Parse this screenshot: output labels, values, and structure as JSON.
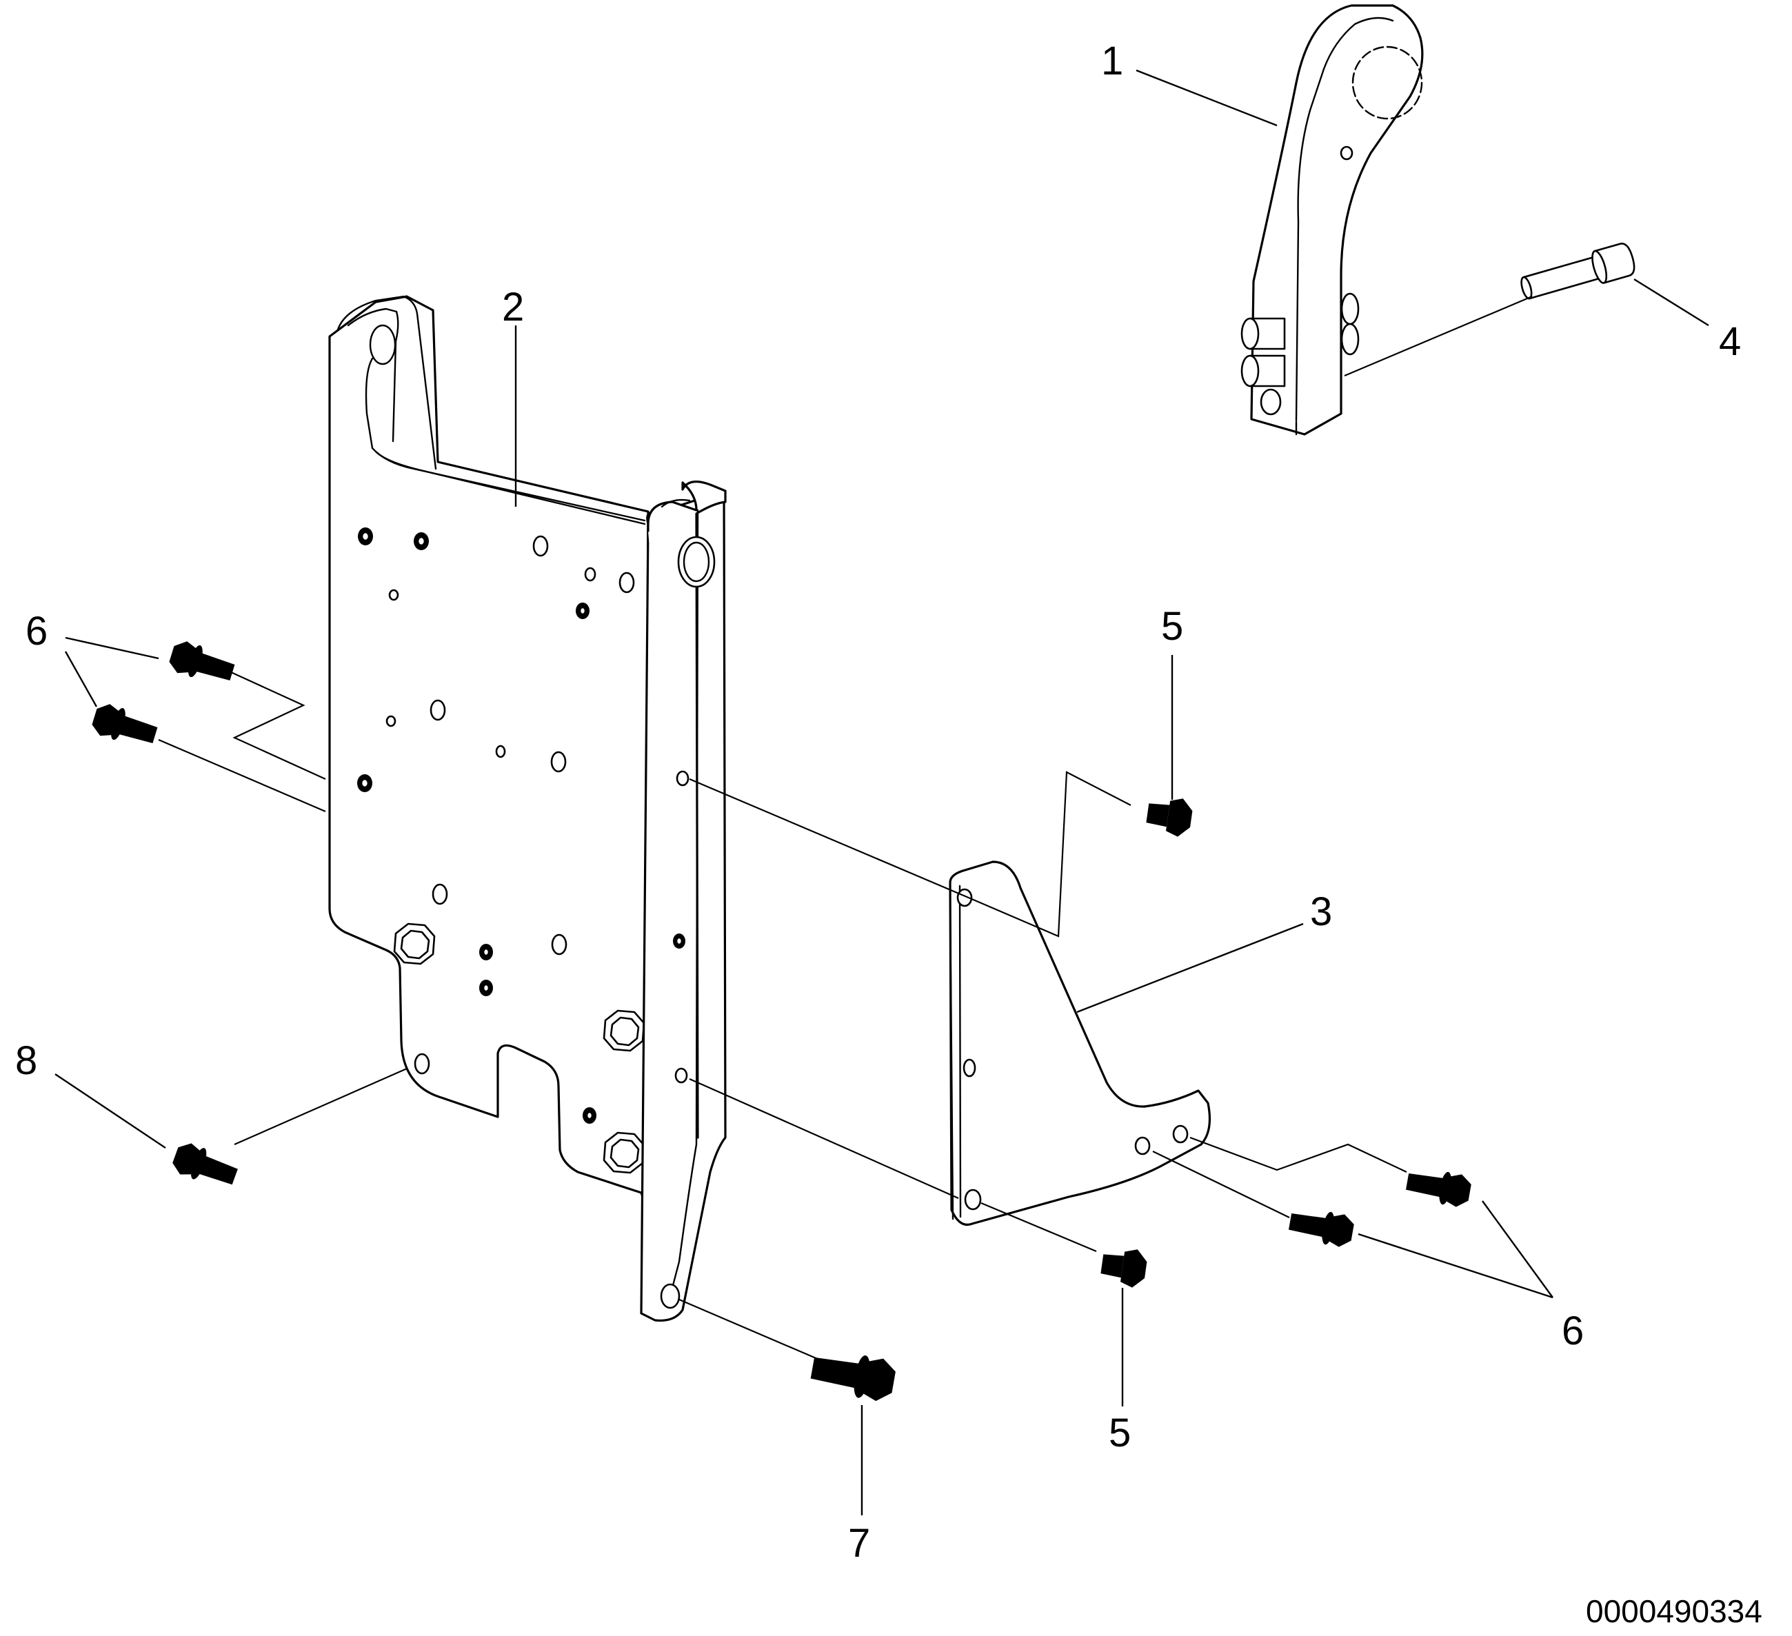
{
  "callouts": {
    "c1": "1",
    "c2": "2",
    "c3": "3",
    "c4": "4",
    "c5_top": "5",
    "c5_bottom": "5",
    "c6_left": "6",
    "c6_right": "6",
    "c7": "7",
    "c8": "8"
  },
  "document_id": "0000490334"
}
